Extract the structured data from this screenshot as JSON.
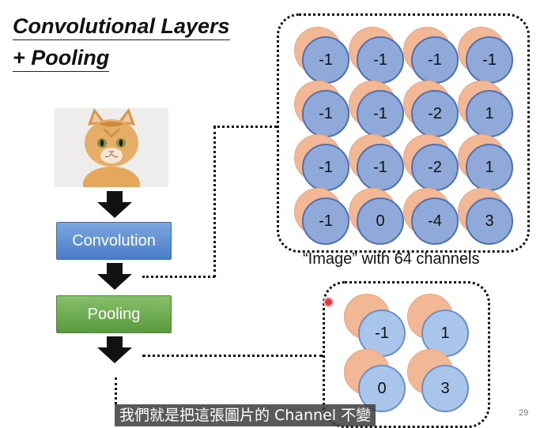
{
  "title": {
    "line1": "Convolutional Layers",
    "line2": "+ Pooling"
  },
  "flow": {
    "input_image": "cat-photo",
    "convolution_label": "Convolution",
    "pooling_label": "Pooling",
    "conv_color": "#5b8bd0",
    "pool_color": "#6aaa4c"
  },
  "feature_map": {
    "caption": "“Image” with 64 channels",
    "rows": [
      [
        "-1",
        "-1",
        "-1",
        "-1"
      ],
      [
        "-1",
        "-1",
        "-2",
        "1"
      ],
      [
        "-1",
        "-1",
        "-2",
        "1"
      ],
      [
        "-1",
        "0",
        "-4",
        "3"
      ]
    ]
  },
  "pooled_map": {
    "rows": [
      [
        "-1",
        "1"
      ],
      [
        "0",
        "3"
      ]
    ]
  },
  "subtitle": "我們就是把這張圖片的 Channel 不變",
  "page_number": "29"
}
